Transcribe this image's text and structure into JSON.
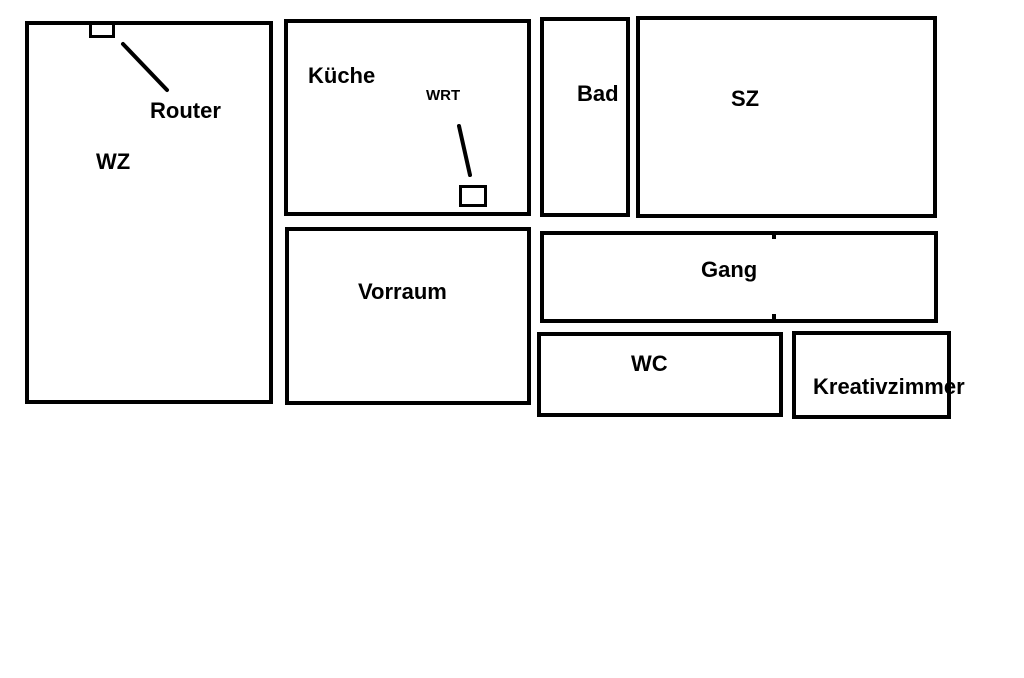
{
  "diagram": {
    "type": "floor-plan",
    "colors": {
      "line": "#000000",
      "background": "#ffffff"
    },
    "rooms": [
      {
        "id": "wz",
        "label": "WZ"
      },
      {
        "id": "kueche",
        "label": "Küche"
      },
      {
        "id": "bad",
        "label": "Bad"
      },
      {
        "id": "sz",
        "label": "SZ"
      },
      {
        "id": "vorraum",
        "label": "Vorraum"
      },
      {
        "id": "gang",
        "label": "Gang"
      },
      {
        "id": "wc",
        "label": "WC"
      },
      {
        "id": "kreativzimmer",
        "label": "Kreativzimmer"
      }
    ],
    "devices": [
      {
        "id": "router",
        "label": "Router",
        "room": "wz"
      },
      {
        "id": "wrt",
        "label": "WRT",
        "room": "kueche"
      }
    ]
  }
}
